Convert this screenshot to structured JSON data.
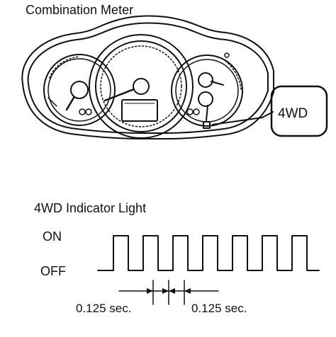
{
  "diagram": {
    "title": "Combination Meter",
    "callout_label": "4WD",
    "timing": {
      "title": "4WD Indicator Light",
      "on_label": "ON",
      "off_label": "OFF",
      "interval_left": "0.125 sec.",
      "interval_right": "0.125 sec.",
      "pulse_count": 7
    }
  }
}
